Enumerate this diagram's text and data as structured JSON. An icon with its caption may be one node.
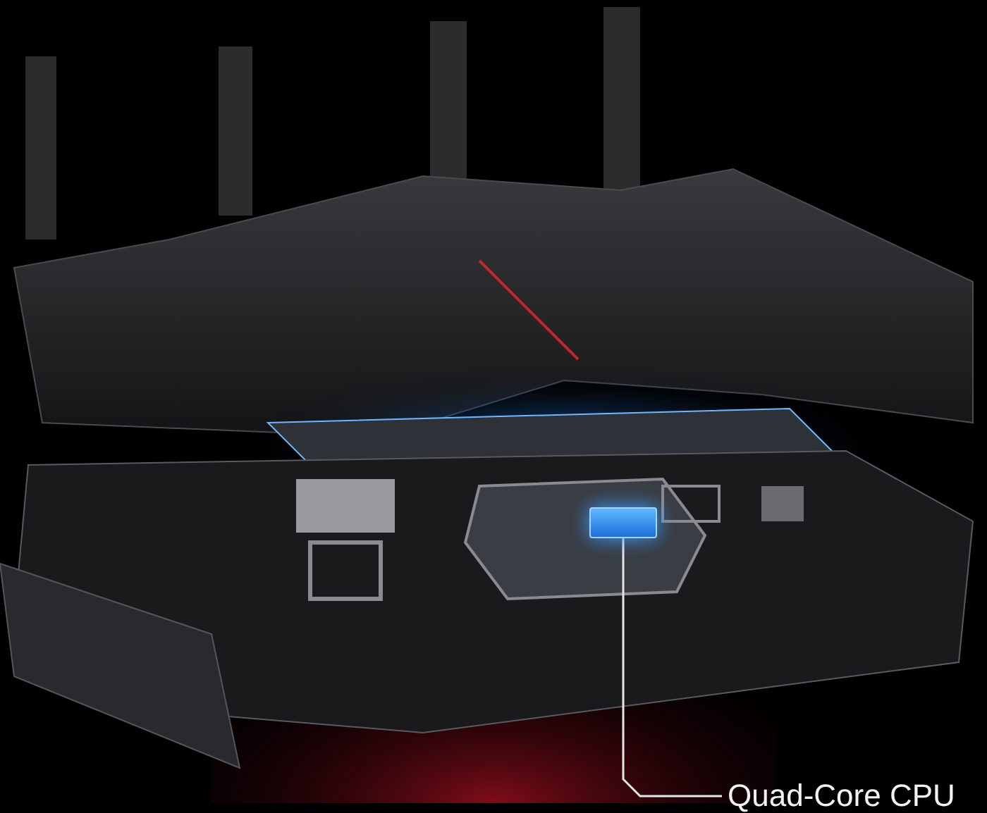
{
  "diagram": {
    "nodes": [
      {
        "text": [
          "Quad-Core CPU"
        ]
      },
      {
        "text": [],
        "shape": "box"
      }
    ],
    "edges": [
      {
        "from": 0,
        "to": 1,
        "arrow": "none"
      }
    ]
  }
}
